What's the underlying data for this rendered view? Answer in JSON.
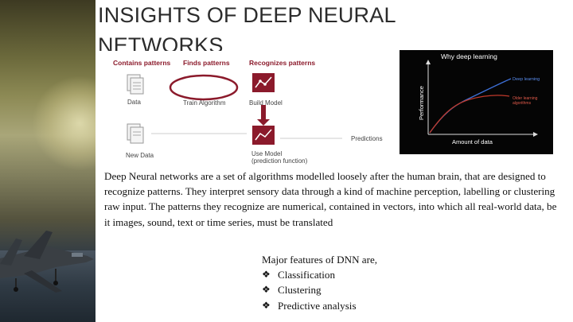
{
  "slide": {
    "title": "INSIGHTS OF DEEP NEURAL NETWORKS"
  },
  "workflow": {
    "heads": [
      "Contains patterns",
      "Finds patterns",
      "Recognizes patterns"
    ],
    "labels": {
      "data": "Data",
      "train": "Train Algorithm",
      "build": "Build Model",
      "new_data": "New Data",
      "use_model": "Use Model",
      "use_model_sub": "(prediction function)",
      "predictions": "Predictions"
    }
  },
  "dl_chart": {
    "title": "Why deep learning",
    "xlabel": "Amount of data",
    "ylabel": "Performance",
    "series_deep": "Deep learning",
    "series_old_1": "Older learning",
    "series_old_2": "algorithms"
  },
  "body": {
    "paragraph": "Deep Neural networks are a set of algorithms modelled loosely after the human brain, that are designed to recognize patterns. They interpret sensory data through a kind of machine perception, labelling or clustering raw input. The patterns they recognize are numerical, contained in vectors, into which all real-world data, be it images, sound, text or time series, must be translated",
    "features_intro": "Major features of DNN are,",
    "features": [
      "Classification",
      "Clustering",
      "Predictive analysis"
    ],
    "bullet_glyph": "❖"
  },
  "colors": {
    "accent": "#8b1a2b",
    "deep_line": "#3d6fd6",
    "old_line": "#c0392b"
  }
}
